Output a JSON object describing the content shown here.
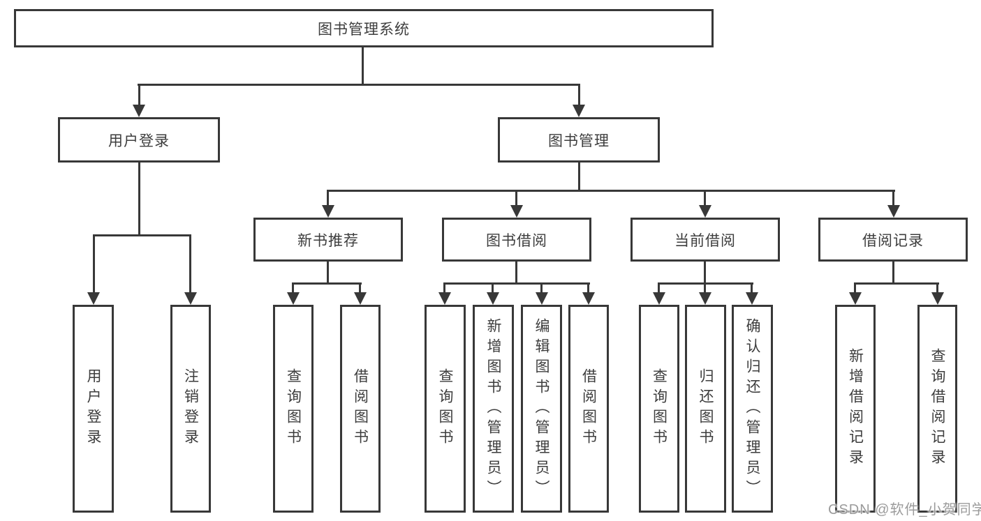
{
  "diagram": {
    "tree": {
      "root": {
        "label": "图书管理系统"
      },
      "branches": [
        {
          "label": "用户登录",
          "children": [
            {
              "label": "用户登录"
            },
            {
              "label": "注销登录"
            }
          ]
        },
        {
          "label": "图书管理",
          "children": [
            {
              "label": "新书推荐",
              "children": [
                {
                  "label": "查询图书"
                },
                {
                  "label": "借阅图书"
                }
              ]
            },
            {
              "label": "图书借阅",
              "children": [
                {
                  "label": "查询图书"
                },
                {
                  "label": "新增图书（管理员）"
                },
                {
                  "label": "编辑图书（管理员）"
                },
                {
                  "label": "借阅图书"
                }
              ]
            },
            {
              "label": "当前借阅",
              "children": [
                {
                  "label": "查询图书"
                },
                {
                  "label": "归还图书"
                },
                {
                  "label": "确认归还（管理员）"
                }
              ]
            },
            {
              "label": "借阅记录",
              "children": [
                {
                  "label": "新增借阅记录"
                },
                {
                  "label": "查询借阅记录"
                }
              ]
            }
          ]
        }
      ]
    }
  },
  "watermark": {
    "text": "CSDN @软件_小贺同学"
  },
  "colors": {
    "line": "#383838",
    "text": "#3d3d3d",
    "background": "#ffffff",
    "watermark": "#9b9b9b"
  }
}
